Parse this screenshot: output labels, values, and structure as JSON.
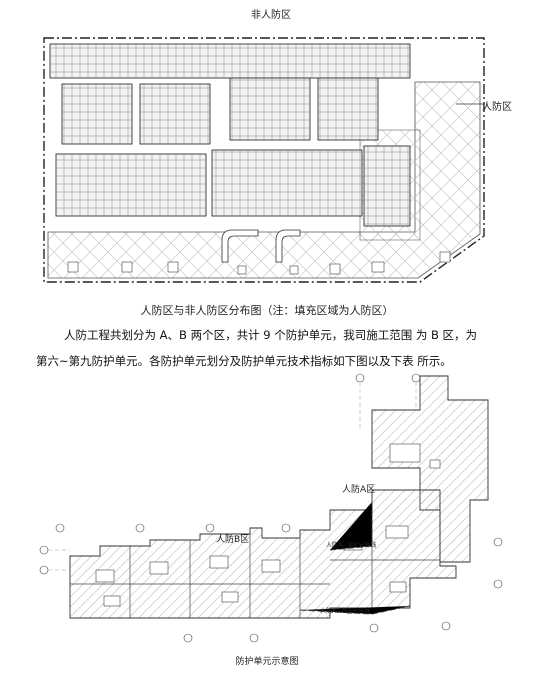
{
  "figure1": {
    "top_label": "非人防区",
    "side_label": "人防区",
    "caption": "人防区与非人防区分布图（注：填充区域为人防区）"
  },
  "paragraph": {
    "line1": "人防工程共划分为 A、B 两个区，共计 9 个防护单元，我司施工范围  为 B 区，为",
    "line2": "第六~第九防护单元。各防护单元划分及防护单元技术指标如下图以及下表  所示。"
  },
  "figure2": {
    "zone_a_label": "人防A区",
    "zone_b_label": "人防B区",
    "line_label_1": "人防A、B区分界线",
    "line_label_2": "人防A、B区分界线",
    "caption": "防护单元示意图"
  }
}
